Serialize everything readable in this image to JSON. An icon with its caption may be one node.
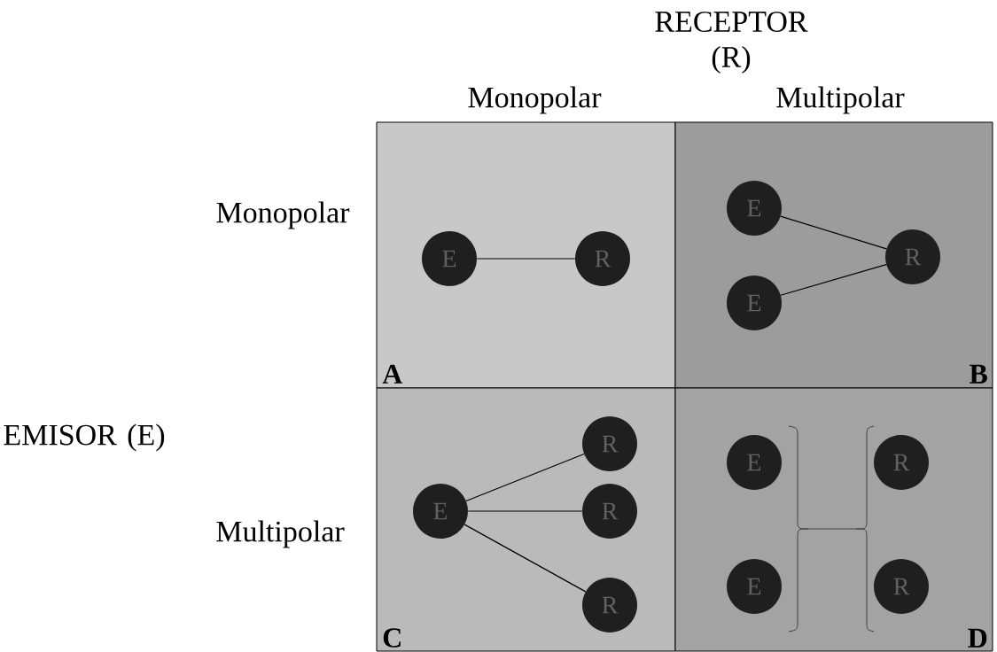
{
  "diagram": {
    "nodes": [
      {
        "text": [
          "A"
        ]
      },
      {
        "text": [
          "B"
        ]
      },
      {
        "text": [
          "C"
        ]
      },
      {
        "text": [
          "D"
        ]
      },
      {
        "text": [
          "E"
        ],
        "in": 0
      },
      {
        "text": [
          "R"
        ],
        "in": 0
      },
      {
        "text": [
          "E"
        ],
        "in": 1
      },
      {
        "text": [
          "E"
        ],
        "in": 1
      },
      {
        "text": [
          "R"
        ],
        "in": 1
      },
      {
        "text": [
          "E"
        ],
        "in": 2
      },
      {
        "text": [
          "R"
        ],
        "in": 2
      },
      {
        "text": [
          "R"
        ],
        "in": 2
      },
      {
        "text": [
          "R"
        ],
        "in": 2
      },
      {
        "text": [
          "E"
        ],
        "in": 3
      },
      {
        "text": [
          "E"
        ],
        "in": 3
      },
      {
        "text": [
          "R"
        ],
        "in": 3
      },
      {
        "text": [
          "R"
        ],
        "in": 3
      }
    ],
    "edges": [
      {
        "from": 4,
        "to": 5,
        "arrow": "none"
      },
      {
        "from": 6,
        "to": 8,
        "arrow": "none"
      },
      {
        "from": 7,
        "to": 8,
        "arrow": "none"
      },
      {
        "from": 9,
        "to": 10,
        "arrow": "none"
      },
      {
        "from": 9,
        "to": 11,
        "arrow": "none"
      },
      {
        "from": 9,
        "to": 12,
        "arrow": "none"
      }
    ],
    "labels": [
      "RECEPTOR (R)",
      "Monopolar",
      "Multipolar",
      "Monopolar",
      "EMISOR (E)",
      "Multipolar"
    ]
  }
}
